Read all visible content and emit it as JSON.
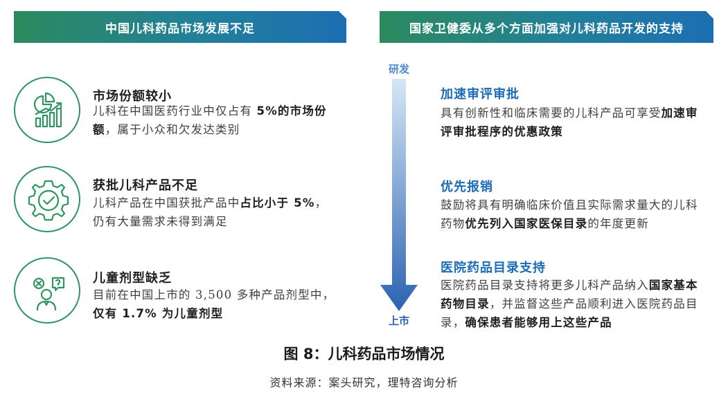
{
  "colors": {
    "banner_start": "#2c8a5e",
    "banner_end": "#1c6fb2",
    "icon_green": "#2e9461",
    "right_title_blue": "#1c6bb8",
    "arrow_top": "#d6e6f7",
    "arrow_bottom": "#2a63b0"
  },
  "left_banner": "中国儿科药品市场发展不足",
  "right_banner": "国家卫健委从多个方面加强对儿科药品开发的支持",
  "left_items": [
    {
      "icon": "chart-analytics-icon",
      "title": "市场份额较小",
      "body_pre": "儿科在中国医药行业中仅占有 ",
      "body_bold": "5%的市场份额",
      "body_post": "，属于小众和欠发达类别"
    },
    {
      "icon": "gear-check-icon",
      "title": "获批儿科产品不足",
      "body_pre": "儿科产品在中国获批产品中",
      "body_bold": "占比小于 5%",
      "body_post": "，仍有大量需求未得到满足"
    },
    {
      "icon": "person-question-icon",
      "title": "儿童剂型缺乏",
      "body_pre": "目前在中国上市的 3,500 多种产品剂型中，",
      "body_bold": "仅有 1.7% 为儿童剂型",
      "body_post": ""
    }
  ],
  "arrow": {
    "top_label": "研发",
    "bottom_label": "上市"
  },
  "right_items": [
    {
      "title": "加速审评审批",
      "body_pre": "具有创新性和临床需要的儿科产品可享受",
      "body_bold": "加速审评审批程序的优惠政策",
      "body_mid": "",
      "body_bold2": "",
      "body_post": ""
    },
    {
      "title": "优先报销",
      "body_pre": "鼓励将具有明确临床价值且实际需求量大的儿科药物",
      "body_bold": "优先列入国家医保目录",
      "body_mid": "的年度更新",
      "body_bold2": "",
      "body_post": ""
    },
    {
      "title": "医院药品目录支持",
      "body_pre": "医院药品目录支持将更多儿科产品纳入",
      "body_bold": "国家基本药物目录",
      "body_mid": "，并监督这些产品顺利进入医院药品目录，",
      "body_bold2": "确保患者能够用上这些产品",
      "body_post": ""
    }
  ],
  "figure_title": "图 8：儿科药品市场情况",
  "source": "资料来源：案头研究，理特咨询分析"
}
